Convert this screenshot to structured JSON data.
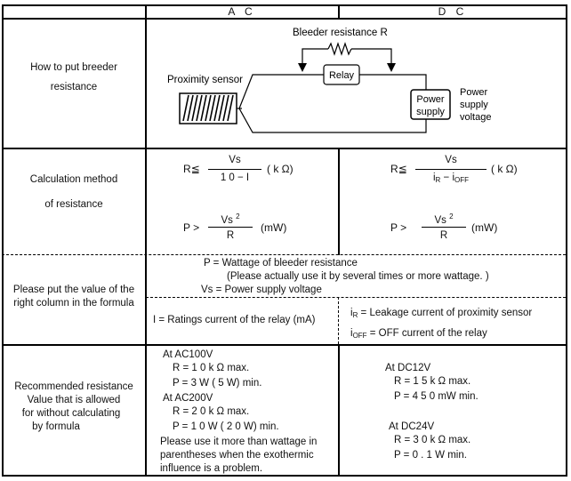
{
  "columns": {
    "ac": "A C",
    "dc": "D C"
  },
  "rows": {
    "how_to": {
      "label_line1": "How to put breeder",
      "label_line2": "resistance"
    },
    "calc": {
      "label_line1": "Calculation method",
      "label_line2": "of  resistance"
    },
    "formula_values": {
      "label_line1": "Please put the value of the",
      "label_line2": "right column in the formula"
    },
    "recommended": {
      "label_line1": "Recommended resistance",
      "label_line2": "Value that is allowed",
      "label_line3": "for without calculating",
      "label_line4": "by formula"
    }
  },
  "diagram": {
    "bleeder_label": "Bleeder resistance R",
    "relay_label": "Relay",
    "sensor_label": "Proximity sensor",
    "power_box_line1": "Power",
    "power_box_line2": "supply",
    "voltage_line1": "Power",
    "voltage_line2": "supply",
    "voltage_line3": "voltage"
  },
  "ac_formulas": {
    "r_left": "R≦",
    "r_num": "Vs",
    "r_den": "1 0 − I",
    "r_unit": "( k Ω)",
    "p_left": "P >",
    "p_num": "Vs",
    "p_num_sup": "2",
    "p_den": "R",
    "p_unit": "(mW)"
  },
  "dc_formulas": {
    "r_left": "R≦",
    "r_num": "Vs",
    "r_den_a": "i",
    "r_den_a_sub": "R",
    "r_den_minus": "−  i",
    "r_den_b_sub": "OFF",
    "r_unit": "( k Ω)",
    "p_left": "P >",
    "p_num": "Vs",
    "p_num_sup": "2",
    "p_den": "R",
    "p_unit": "(mW)"
  },
  "definitions": {
    "p_def": "P = Wattage of bleeder resistance",
    "p_note": "(Please actually use it by several times or more wattage. )",
    "vs_def": "Vs = Power supply voltage",
    "i_def": "I = Ratings current of the relay (mA)",
    "ir_sym": "i",
    "ir_sub": "R",
    "ir_def": " = Leakage current of proximity sensor",
    "ioff_sym": "i",
    "ioff_sub": "OFF",
    "ioff_def": " = OFF current of the relay"
  },
  "ac_recommended": {
    "h1": "At AC100V",
    "r1": "R = 1 0 k Ω  max.",
    "p1": "P = 3 W  ( 5 W)  min.",
    "h2": "At AC200V",
    "r2": "R = 2 0 k Ω  max.",
    "p2": "P = 1 0 W  ( 2 0 W)  min.",
    "note1": "Please use it more than wattage in",
    "note2": "parentheses when the exothermic",
    "note3": "influence is a problem."
  },
  "dc_recommended": {
    "h1": "At DC12V",
    "r1": "R = 1 5 k Ω  max.",
    "p1": "P = 4 5 0 mW min.",
    "h2": "At DC24V",
    "r2": "R = 3 0 k Ω  max.",
    "p2": "P = 0 .   1 W min."
  }
}
